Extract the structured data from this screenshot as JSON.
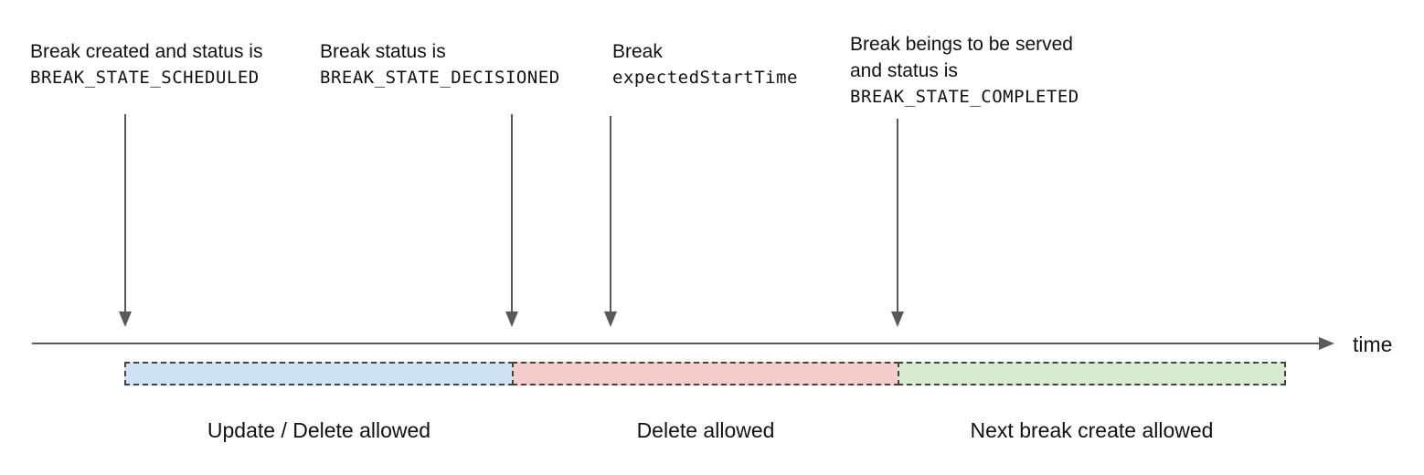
{
  "diagram": {
    "annotations": [
      {
        "line1": "Break created and status is",
        "line2": "BREAK_STATE_SCHEDULED"
      },
      {
        "line1": "Break status is",
        "line2": "BREAK_STATE_DECISIONED"
      },
      {
        "line1": "Break",
        "line2": "expectedStartTime"
      },
      {
        "line1": "Break beings to be served",
        "line1b": "and status is",
        "line2": "BREAK_STATE_COMPLETED"
      }
    ],
    "axis": {
      "label": "time"
    },
    "segments": [
      {
        "label": "Update / Delete allowed",
        "fill": "#cfe2f3"
      },
      {
        "label": "Delete allowed",
        "fill": "#f4cccc"
      },
      {
        "label": "Next break create allowed",
        "fill": "#d9ead3"
      }
    ],
    "colors": {
      "arrow": "#595959",
      "axis": "#595959",
      "segment_border": "#434343",
      "text": "#111111"
    }
  }
}
